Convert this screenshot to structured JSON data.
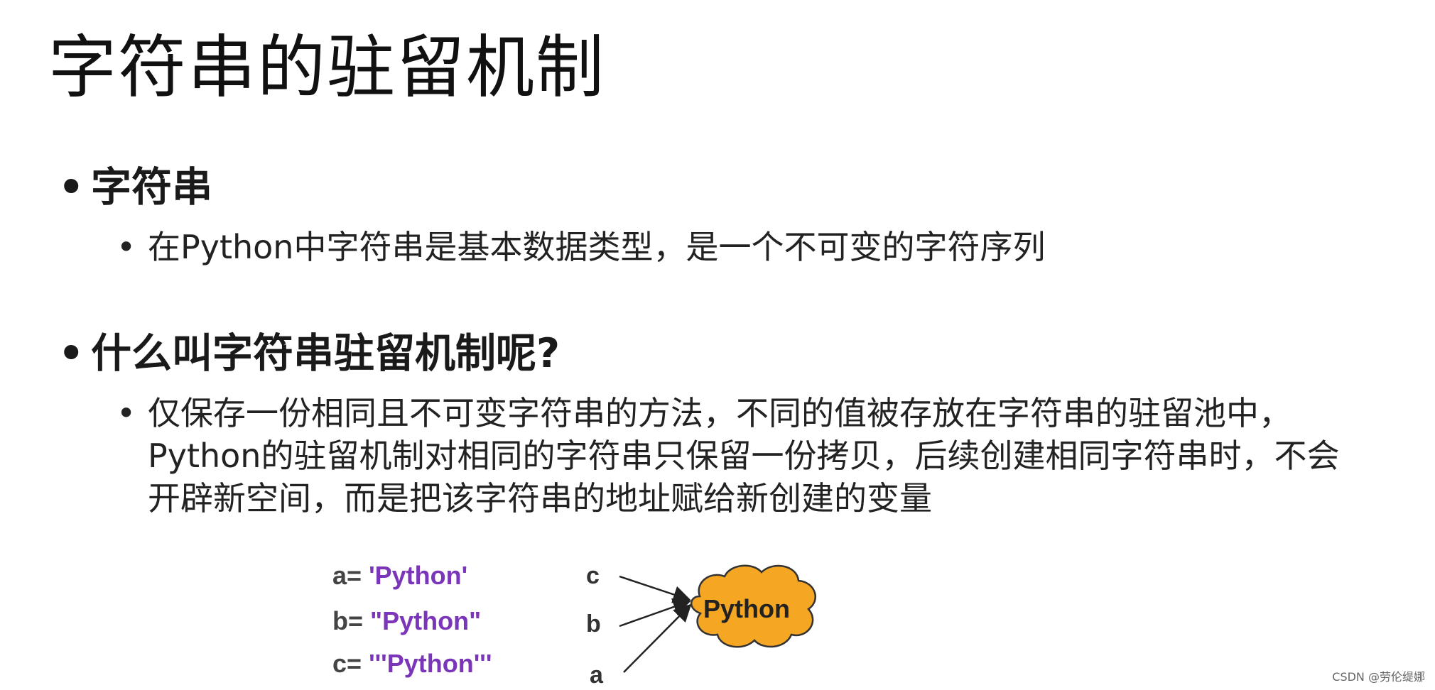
{
  "slide": {
    "title": "字符串的驻留机制"
  },
  "bullets": [
    {
      "marker": "•",
      "heading": "字符串",
      "sub_marker": "•",
      "sub_text": "在Python中字符串是基本数据类型，是一个不可变的字符序列"
    },
    {
      "marker": "•",
      "heading": "什么叫字符串驻留机制呢?",
      "sub_marker": "•",
      "sub_text": "仅保存一份相同且不可变字符串的方法，不同的值被存放在字符串的驻留池中，Python的驻留机制对相同的字符串只保留一份拷贝，后续创建相同字符串时，不会开辟新空间，而是把该字符串的地址赋给新创建的变量"
    }
  ],
  "code": [
    {
      "var": "a=",
      "value": "'Python'"
    },
    {
      "var": "b=",
      "value": "\"Python\""
    },
    {
      "var": "c=",
      "value": "'''Python'''"
    }
  ],
  "diagram": {
    "object_label": "Python",
    "variables": [
      "c",
      "b",
      "a"
    ],
    "cloud_color": "#f5a623",
    "arrow_color": "#222222"
  },
  "watermark": "CSDN @劳伦缇娜"
}
